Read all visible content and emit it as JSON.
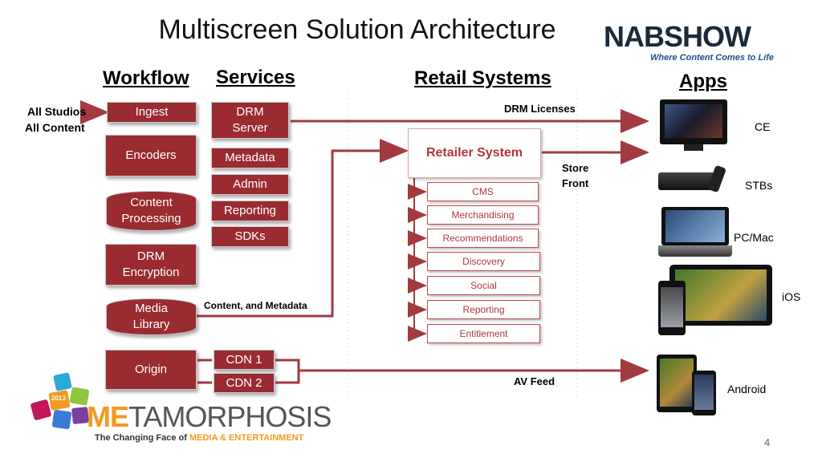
{
  "title": "Multiscreen Solution Architecture",
  "nab_logo": {
    "brand": "NABSHOW",
    "tagline": "Where Content Comes to Life"
  },
  "headers": {
    "workflow": "Workflow",
    "services": "Services",
    "retail": "Retail Systems",
    "apps": "Apps"
  },
  "source_label": {
    "line1": "All Studios",
    "line2": "All Content"
  },
  "workflow": {
    "ingest": "Ingest",
    "encoders": "Encoders",
    "content_processing": "Content Processing",
    "drm_encryption": "DRM Encryption",
    "media_library": "Media Library",
    "origin": "Origin"
  },
  "services": {
    "drm_server": "DRM Server",
    "metadata": "Metadata",
    "admin": "Admin",
    "reporting": "Reporting",
    "sdks": "SDKs"
  },
  "cdn": {
    "cdn1": "CDN 1",
    "cdn2": "CDN 2"
  },
  "retail": {
    "system": "Retailer System",
    "modules": [
      "CMS",
      "Merchandising",
      "Recommendations",
      "Discovery",
      "Social",
      "Reporting",
      "Entitlement"
    ]
  },
  "flow_labels": {
    "drm_licenses": "DRM Licenses",
    "store_front_1": "Store",
    "store_front_2": "Front",
    "content_metadata": "Content, and Metadata",
    "av_feed": "AV Feed"
  },
  "apps": {
    "ce": "CE",
    "stbs": "STBs",
    "pcmac": "PC/Mac",
    "ios": "iOS",
    "android": "Android"
  },
  "metamorphosis": {
    "year": "2013",
    "brand_me": "ME",
    "brand_rest": "TAMORPHOSIS",
    "tagline_1": "The Changing Face of ",
    "tagline_2": "MEDIA & ENTERTAINMENT"
  },
  "page_number": "4",
  "colors": {
    "box": "#9a2b31",
    "arrow": "#a23a3f",
    "retail_text": "#b0363c"
  }
}
